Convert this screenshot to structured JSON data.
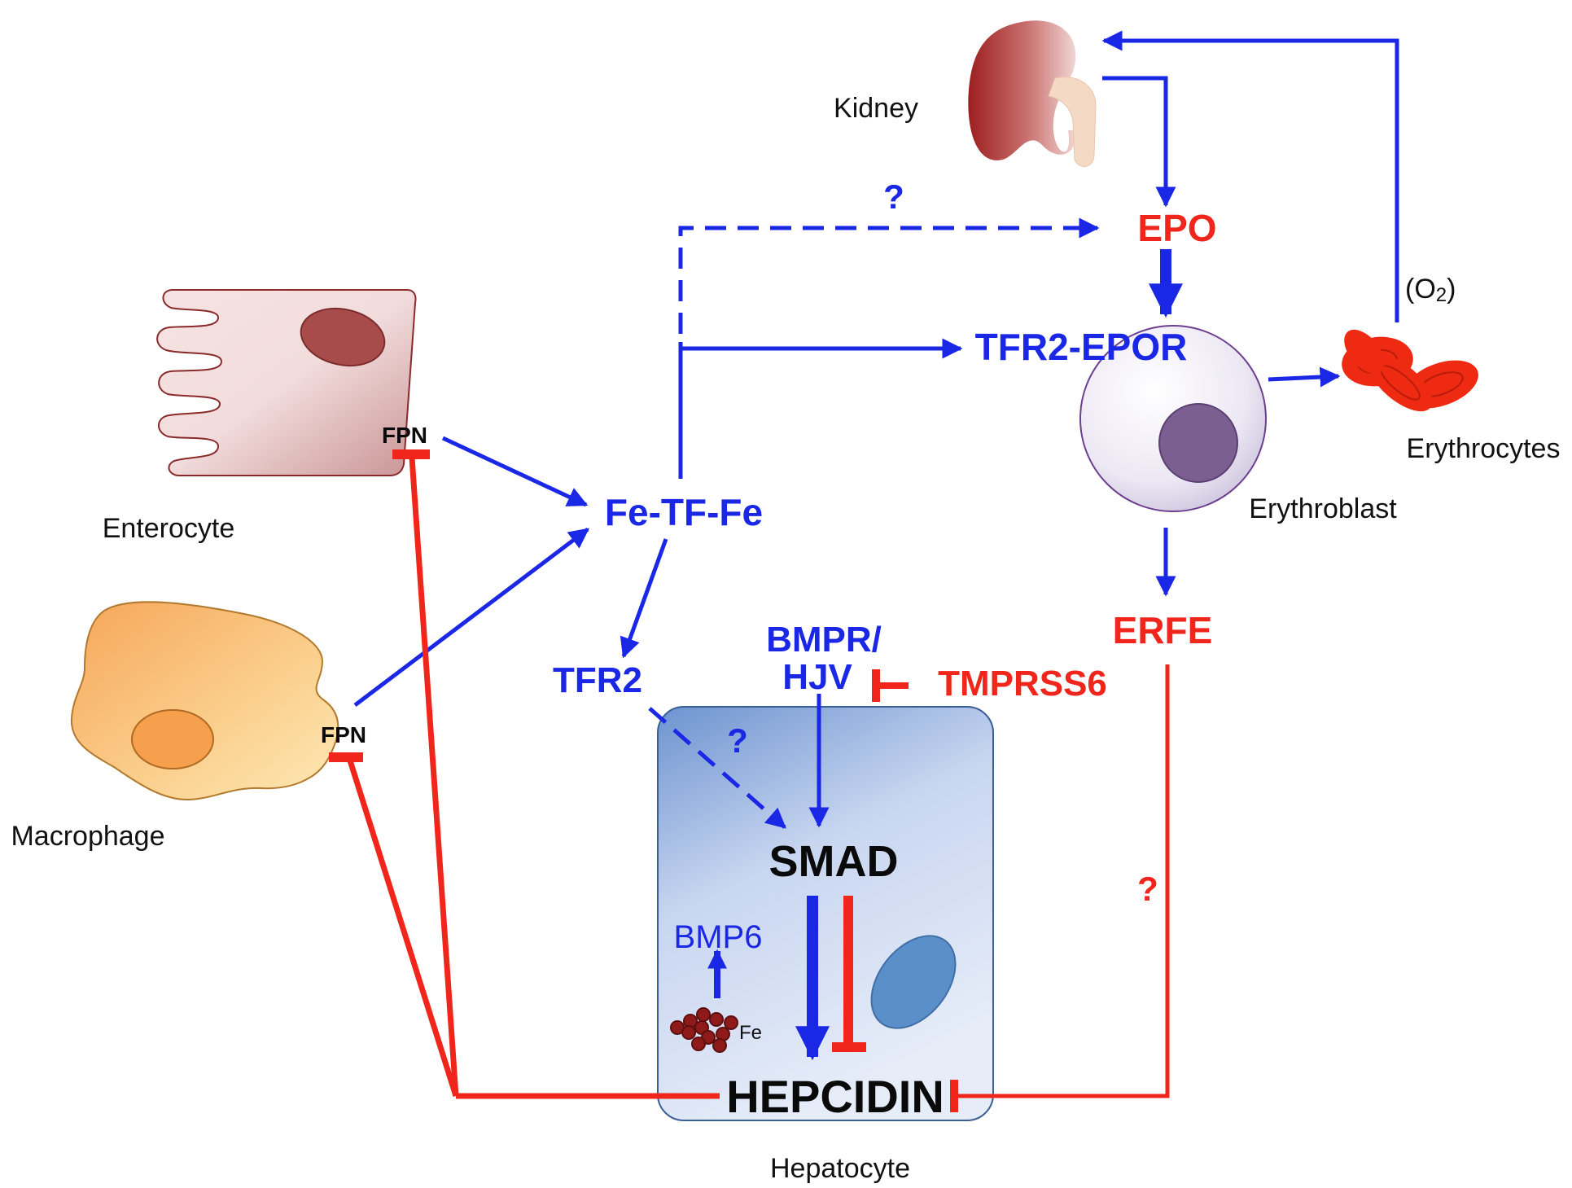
{
  "organs": {
    "kidney": "Kidney",
    "enterocyte": "Enterocyte",
    "macrophage": "Macrophage",
    "erythroblast": "Erythroblast",
    "erythrocytes": "Erythrocytes",
    "hepatocyte": "Hepatocyte"
  },
  "molecules": {
    "epo": "EPO",
    "tfr2_epor": "TFR2-EPOR",
    "fe_tf_fe": "Fe-TF-Fe",
    "tfr2": "TFR2",
    "bmpr_line1": "BMPR/",
    "bmpr_line2": "HJV",
    "tmprss6": "TMPRSS6",
    "erfe": "ERFE",
    "smad": "SMAD",
    "bmp6": "BMP6",
    "fe": "Fe",
    "hepcidin": "HEPCIDIN",
    "fpn_enterocyte": "FPN",
    "fpn_macrophage": "FPN",
    "o2": "(O",
    "o2_sub": "2",
    "o2_close": ")"
  },
  "question_marks": {
    "tf_to_epo": "?",
    "tfr2_to_smad": "?",
    "erfe_to_hepcidin": "?"
  },
  "colors": {
    "activation": "#1a28e6",
    "inhibition": "#f0261c",
    "hepatocyte_fill": "#a9c3ea",
    "rbc": "#ee2a12"
  }
}
